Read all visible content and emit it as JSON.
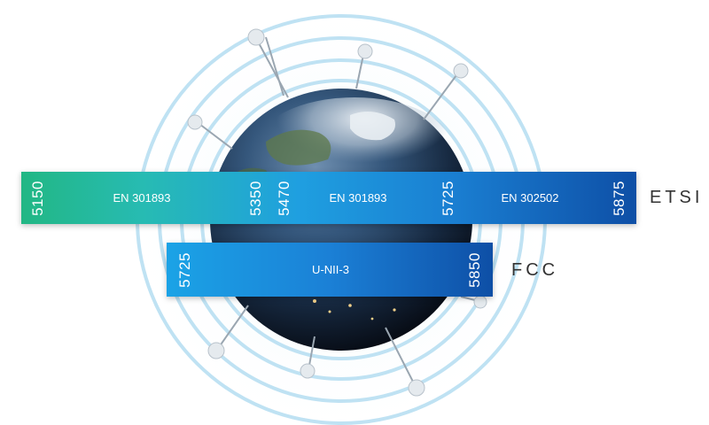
{
  "colors": {
    "ring": "#bfe2f3",
    "etsi_start": "#22b784",
    "etsi_end": "#0e4fa6",
    "fcc_start": "#1ba3e6",
    "fcc_end": "#0e4fa6",
    "region_text": "#333333"
  },
  "etsi": {
    "region": "ETSI",
    "bands": [
      {
        "start": "5150",
        "end": "5350",
        "standard": "EN 301893"
      },
      {
        "start": "5470",
        "end": "5725",
        "standard": "EN 301893"
      },
      {
        "standard": "EN 302502",
        "end": "5875"
      }
    ]
  },
  "fcc": {
    "region": "FCC",
    "bands": [
      {
        "start": "5725",
        "end": "5850",
        "standard": "U-NII-3"
      }
    ]
  },
  "icons": [
    "globe-icon",
    "antenna-tower-icon",
    "signal-ring-icon"
  ]
}
